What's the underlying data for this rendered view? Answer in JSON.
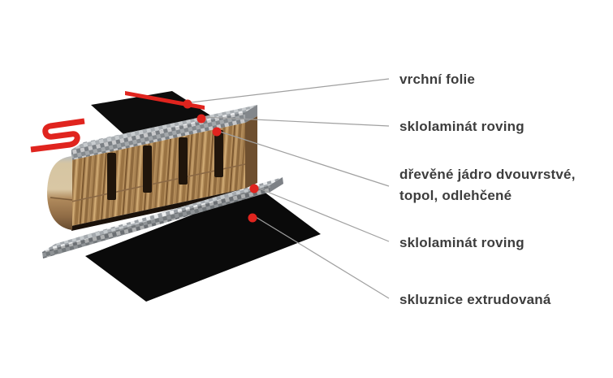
{
  "figure": {
    "callouts": [
      {
        "label": "vrchní folie"
      },
      {
        "label": "sklolaminát roving"
      },
      {
        "label_lines": [
          "dřevěné jádro dvouvrstvé,",
          "topol, odlehčené"
        ]
      },
      {
        "label": "sklolaminát roving"
      },
      {
        "label": "skluznice extrudovaná"
      }
    ],
    "icons": {
      "brand_mark": "red-s-brand-mark",
      "callout_marker": "red-dot-marker"
    },
    "colors": {
      "accent_red": "#e30613",
      "leader_line_gray": "#a0a0a0",
      "label_text": "#3d3d3d"
    }
  }
}
